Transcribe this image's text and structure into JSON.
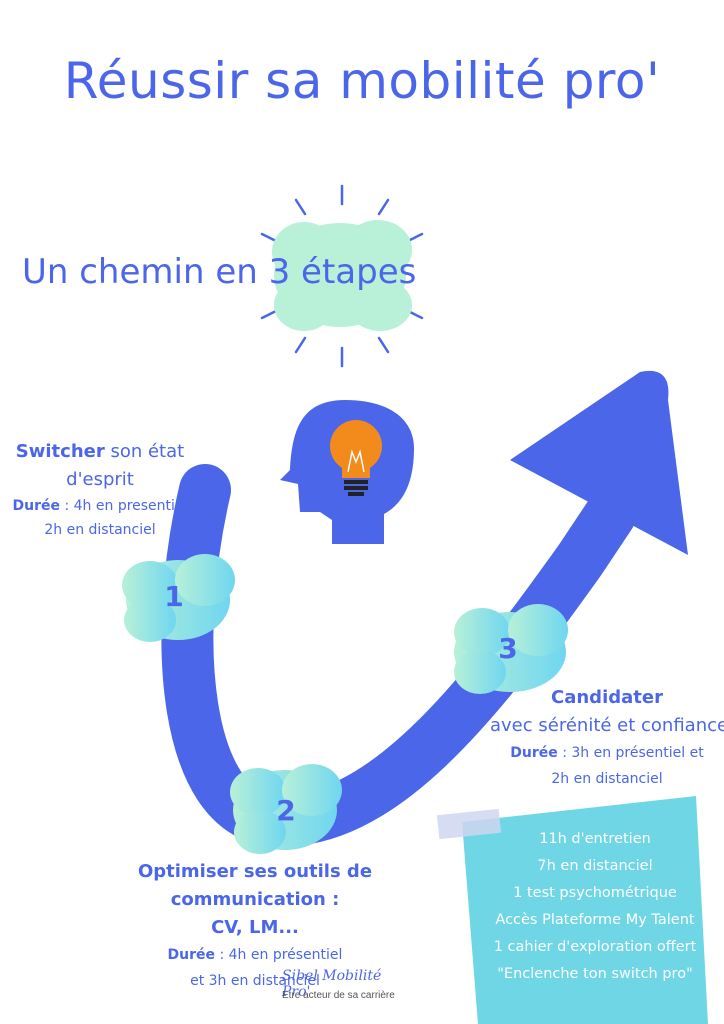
{
  "title": "Réussir sa mobilité pro'",
  "subtitle": "Un chemin en 3 étapes",
  "steps": {
    "one": {
      "number": "1",
      "title_bold": "Switcher",
      "title_rest": " son état",
      "title_line2": "d'esprit",
      "duration_label": "Durée",
      "duration_line1": " : 4h en presentiel",
      "duration_line2": "2h en distanciel"
    },
    "two": {
      "number": "2",
      "title_line1": "Optimiser ses outils de communication :",
      "title_line2": "CV, LM...",
      "duration_label": "Durée",
      "duration_line1": " : 4h en présentiel",
      "duration_line2": "et 3h en distanciel"
    },
    "three": {
      "number": "3",
      "title_bold": "Candidater",
      "title_line2": "avec sérénité et confiance",
      "duration_label": "Durée",
      "duration_line1": " :  3h en présentiel et",
      "duration_line2": "2h en distanciel"
    }
  },
  "note": {
    "lines": [
      "11h d'entretien",
      "7h en distanciel",
      "1 test psychométrique",
      "Accès Plateforme My Talent",
      "1 cahier d'exploration offert",
      "\"Enclenche ton switch pro\""
    ]
  },
  "brand": {
    "name": "Sibel Mobilité Pro'",
    "tagline": "Etre acteur de sa carrière"
  },
  "colors": {
    "primary": "#4b66e8",
    "cloud_green": "#b8f0d8",
    "cloud_blue": "#6fd6f0",
    "note_bg": "#6fd6e6",
    "bulb": "#f28a1c"
  },
  "icons": [
    "lightbulb-icon",
    "head-icon",
    "arrow-icon",
    "cloud-icon",
    "sun-rays-icon"
  ]
}
